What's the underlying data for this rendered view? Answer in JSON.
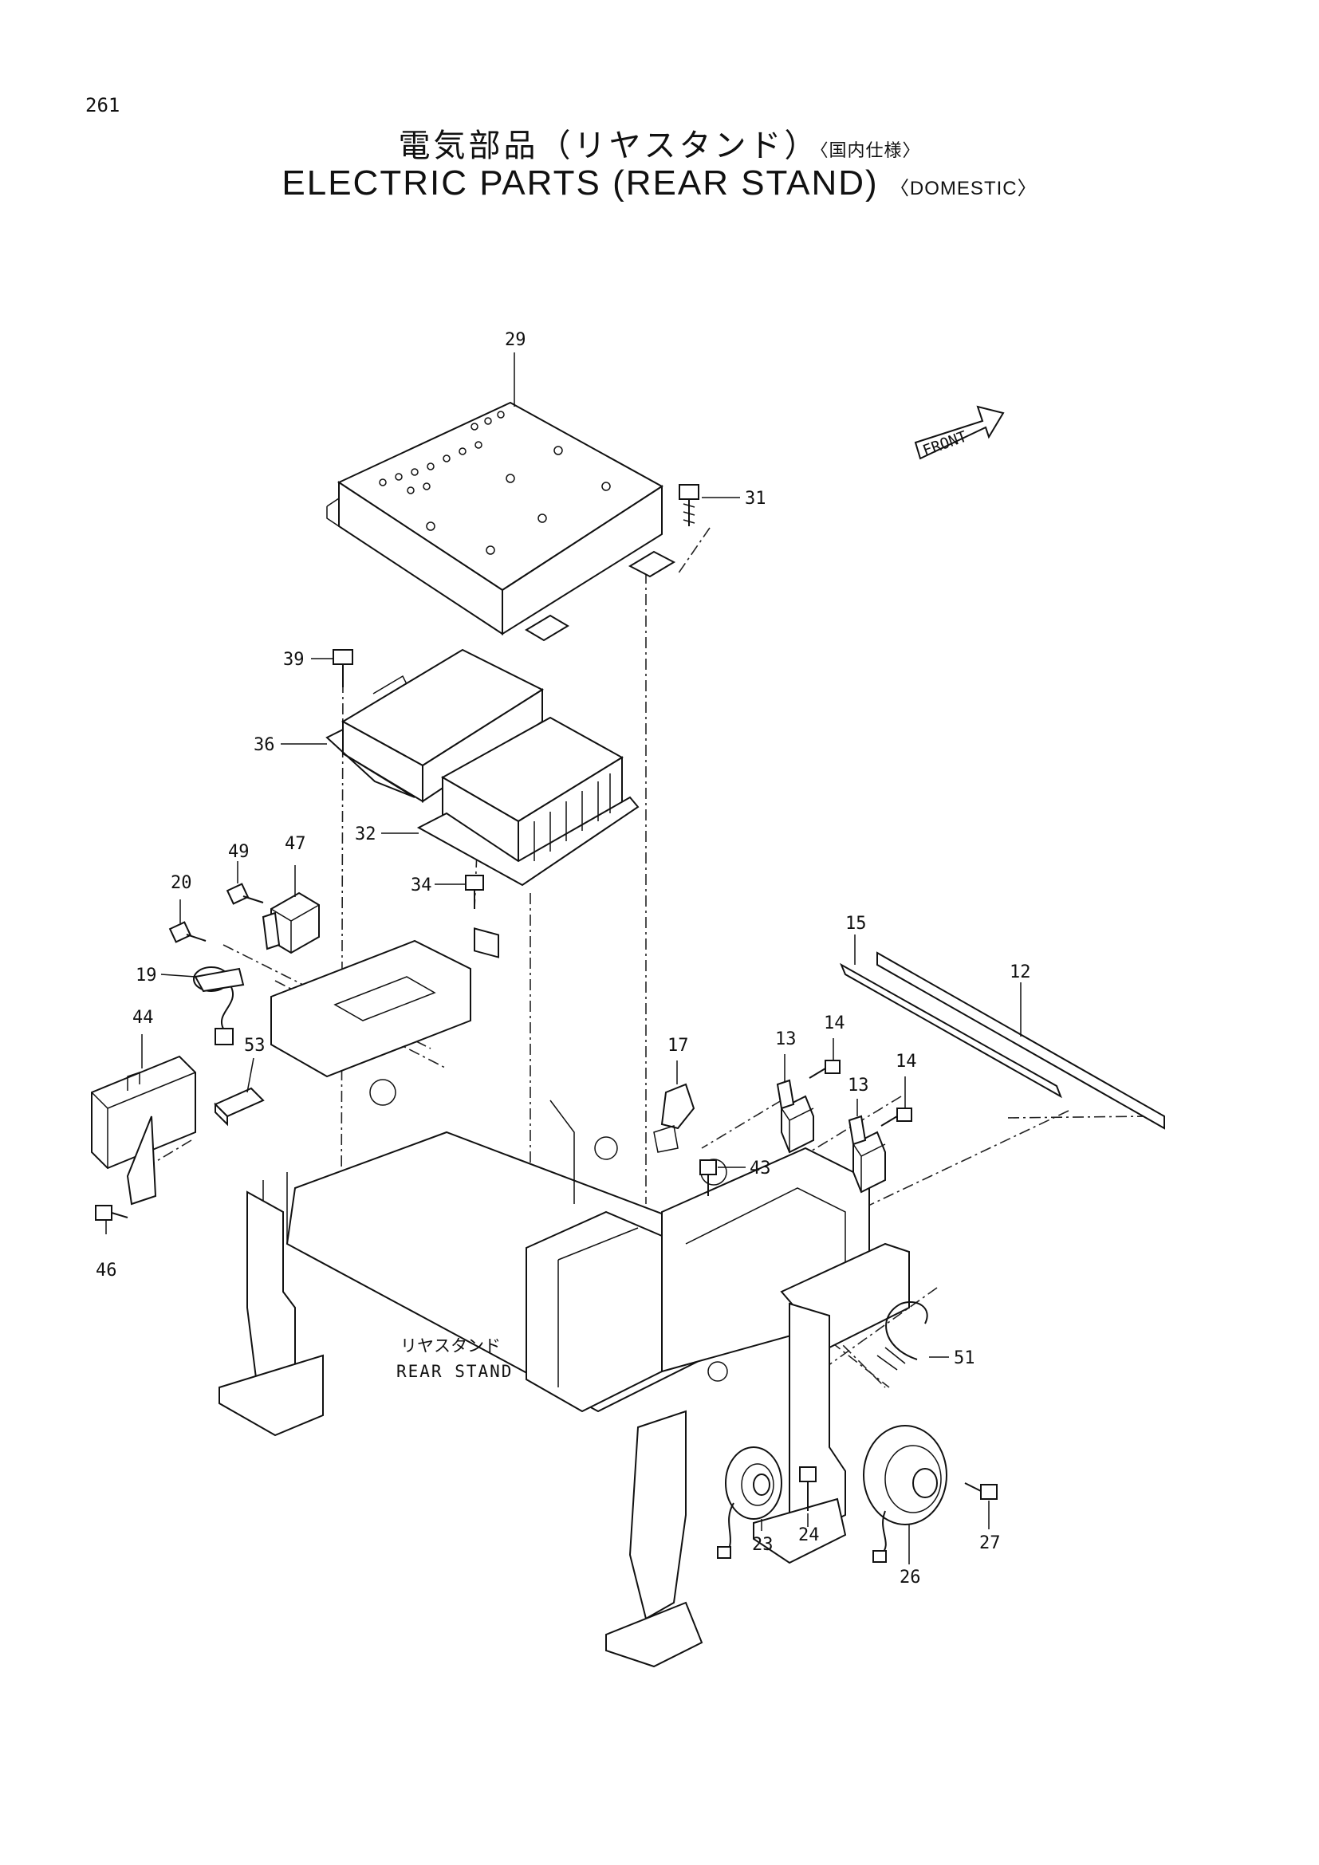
{
  "page": {
    "number": "261"
  },
  "title": {
    "japanese": "電気部品（リヤスタンド）",
    "japanese_note": "〈国内仕様〉",
    "english": "ELECTRIC PARTS (REAR STAND)",
    "english_note": "〈DOMESTIC〉"
  },
  "front_marker": {
    "label": "FRONT"
  },
  "assembly_label": {
    "japanese": "リヤスタンド",
    "english": "REAR STAND"
  },
  "callouts": [
    "29",
    "31",
    "39",
    "36",
    "32",
    "34",
    "49",
    "47",
    "20",
    "19",
    "44",
    "53",
    "46",
    "17",
    "13",
    "14",
    "15",
    "12",
    "43",
    "51",
    "23",
    "24",
    "26",
    "27"
  ]
}
